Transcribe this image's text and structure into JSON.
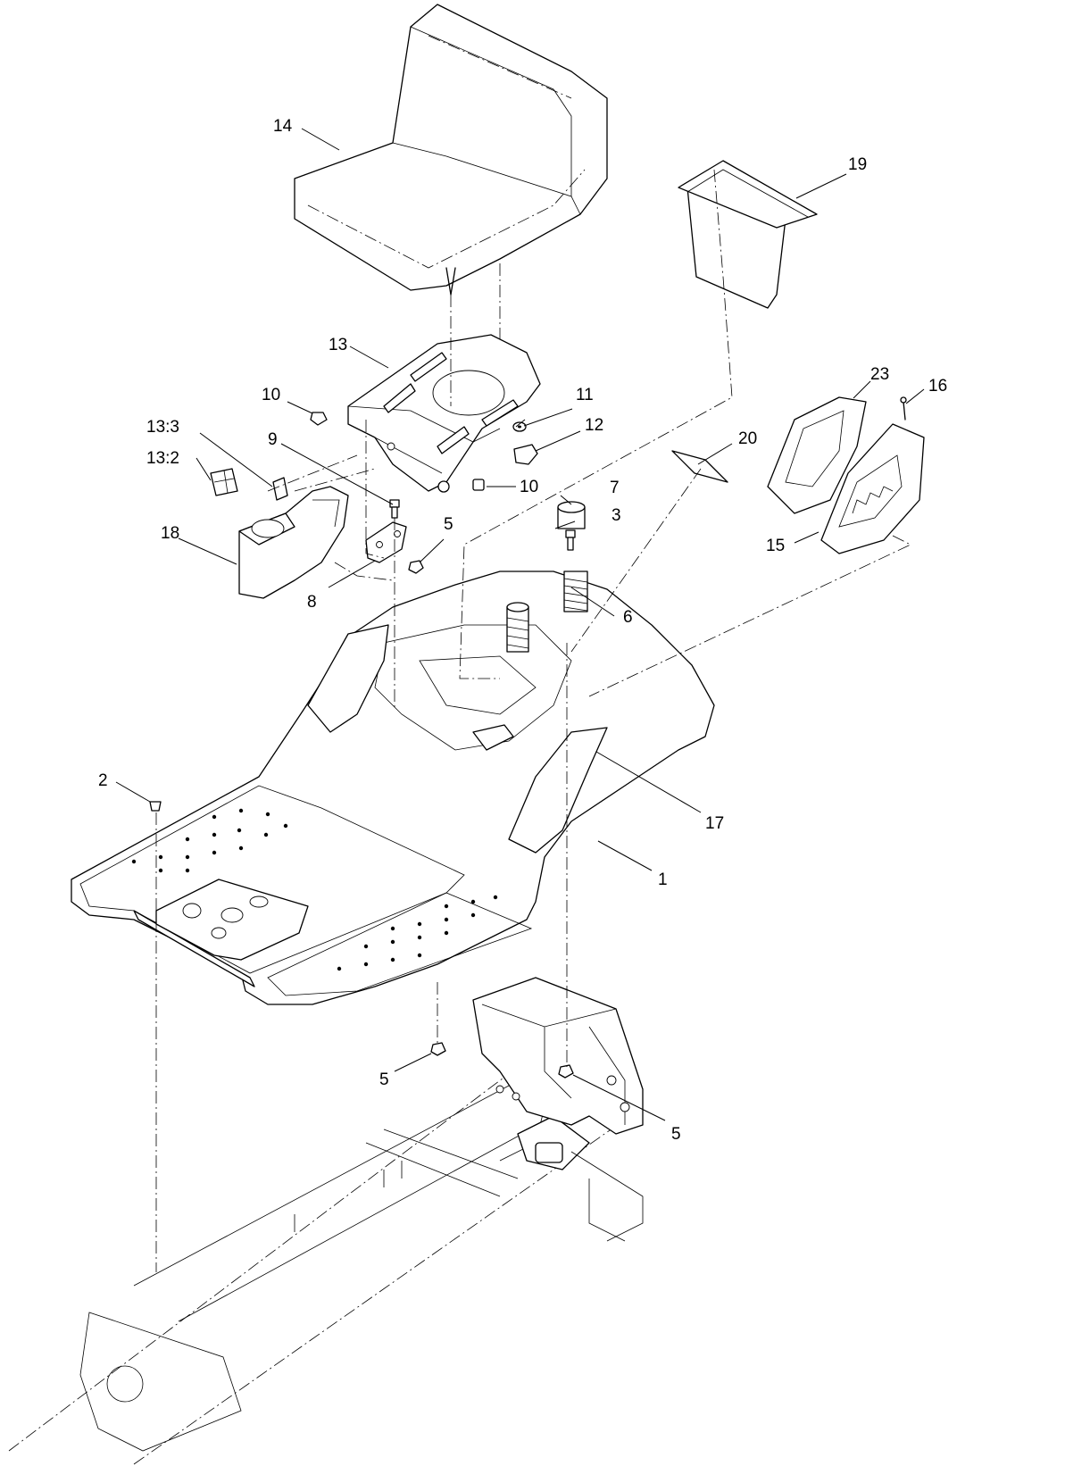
{
  "callouts": {
    "c1": "1",
    "c2": "2",
    "c3": "3",
    "c5a": "5",
    "c5b": "5",
    "c5c": "5",
    "c6": "6",
    "c7": "7",
    "c8": "8",
    "c9": "9",
    "c10a": "10",
    "c10b": "10",
    "c11": "11",
    "c12": "12",
    "c13": "13",
    "c13_2": "13:2",
    "c13_3": "13:3",
    "c14": "14",
    "c15": "15",
    "c16": "16",
    "c17": "17",
    "c18": "18",
    "c19": "19",
    "c20": "20",
    "c23": "23"
  }
}
